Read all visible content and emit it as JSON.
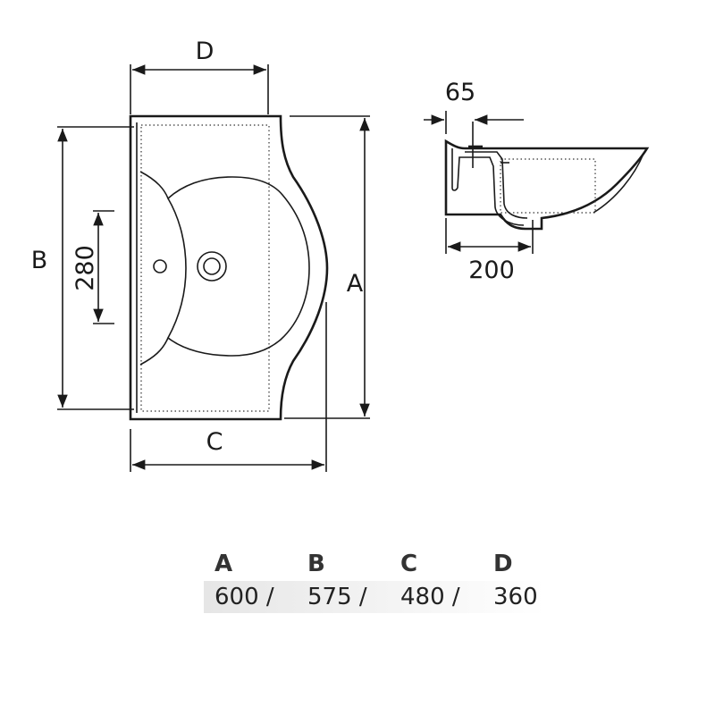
{
  "diagram": {
    "top_view_labels": {
      "width_top": "D",
      "depth_left": "B",
      "hole_spacing": "280",
      "height_right": "A",
      "width_bottom": "C"
    },
    "side_view_labels": {
      "wall_offset": "65",
      "drain_offset": "200"
    }
  },
  "table": {
    "headers": [
      "A",
      "B",
      "C",
      "D"
    ],
    "values": [
      "600 /",
      "575 /",
      "480 /",
      "360"
    ]
  }
}
